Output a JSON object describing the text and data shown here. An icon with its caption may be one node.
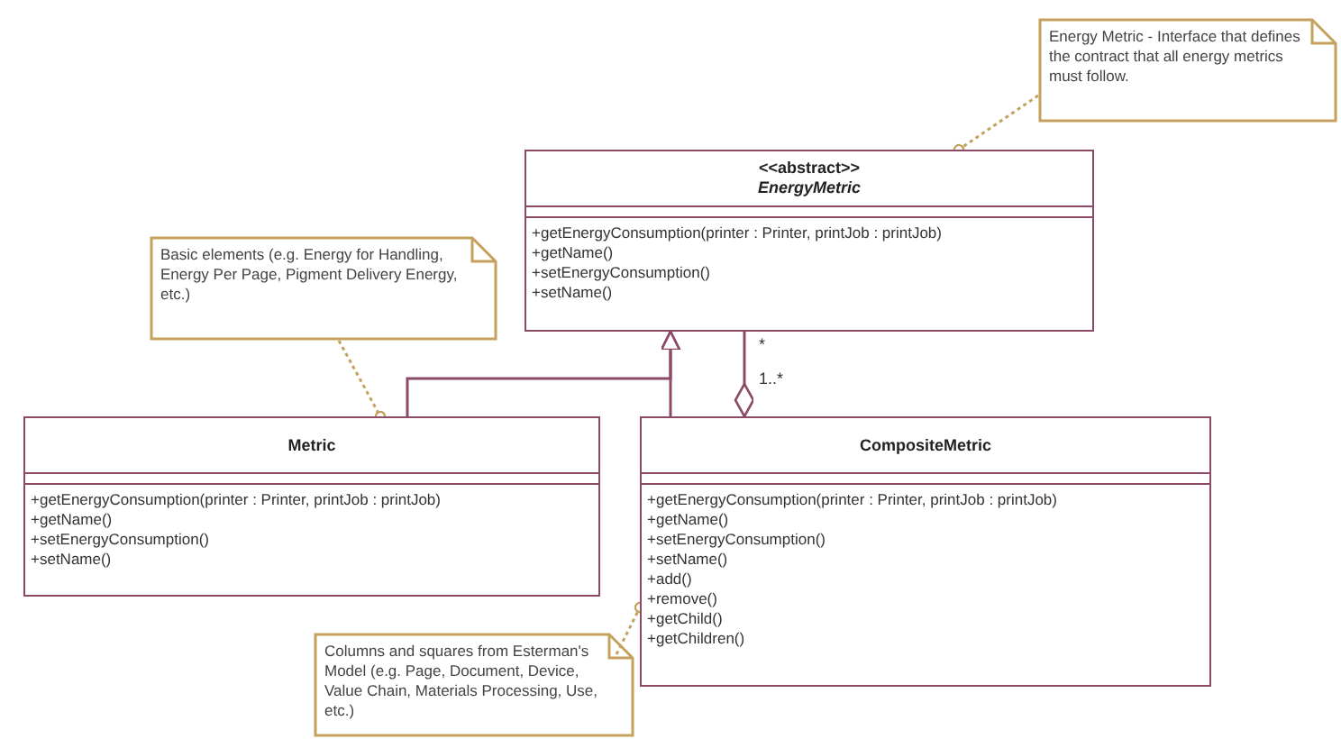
{
  "diagram": {
    "nodes": [
      {
        "text": [
          "Energy Metric - Interface that defines the contract that all energy metrics must follow."
        ]
      },
      {
        "text": [
          "<<abstract>>",
          "EnergyMetric",
          "+getEnergyConsumption(printer : Printer, printJob : printJob)",
          "+getName()",
          "+setEnergyConsumption()",
          "+setName()"
        ]
      },
      {
        "text": [
          "Basic elements (e.g. Energy for Handling, Energy Per Page, Pigment Delivery Energy, etc.)"
        ]
      },
      {
        "text": [
          "Metric",
          "+getEnergyConsumption(printer : Printer, printJob : printJob)",
          "+getName()",
          "+setEnergyConsumption()",
          "+setName()"
        ]
      },
      {
        "text": [
          "CompositeMetric",
          "+getEnergyConsumption(printer : Printer, printJob : printJob)",
          "+getName()",
          "+setEnergyConsumption()",
          "+setName()",
          "+add()",
          "+remove()",
          "+getChild()",
          "+getChildren()"
        ]
      },
      {
        "text": [
          "Columns and squares from Esterman's Model (e.g. Page, Document, Device, Value Chain, Materials Processing, Use, etc.)"
        ]
      }
    ],
    "edges": [
      {
        "from": 3,
        "to": 1,
        "arrow": "to",
        "color": "#8c4a66"
      },
      {
        "from": 4,
        "to": 1,
        "arrow": "to",
        "color": "#8c4a66"
      },
      {
        "from": 1,
        "to": 4,
        "arrow": "other",
        "color": "#8c4a66"
      },
      {
        "from": 0,
        "to": 1,
        "arrow": "other",
        "style": "dashed",
        "color": "#c4a25e"
      },
      {
        "from": 2,
        "to": 3,
        "arrow": "other",
        "style": "dashed",
        "color": "#c4a25e"
      },
      {
        "from": 5,
        "to": 4,
        "arrow": "other",
        "style": "dashed",
        "color": "#c4a25e"
      }
    ],
    "labels": [
      "*",
      "1..*"
    ]
  }
}
